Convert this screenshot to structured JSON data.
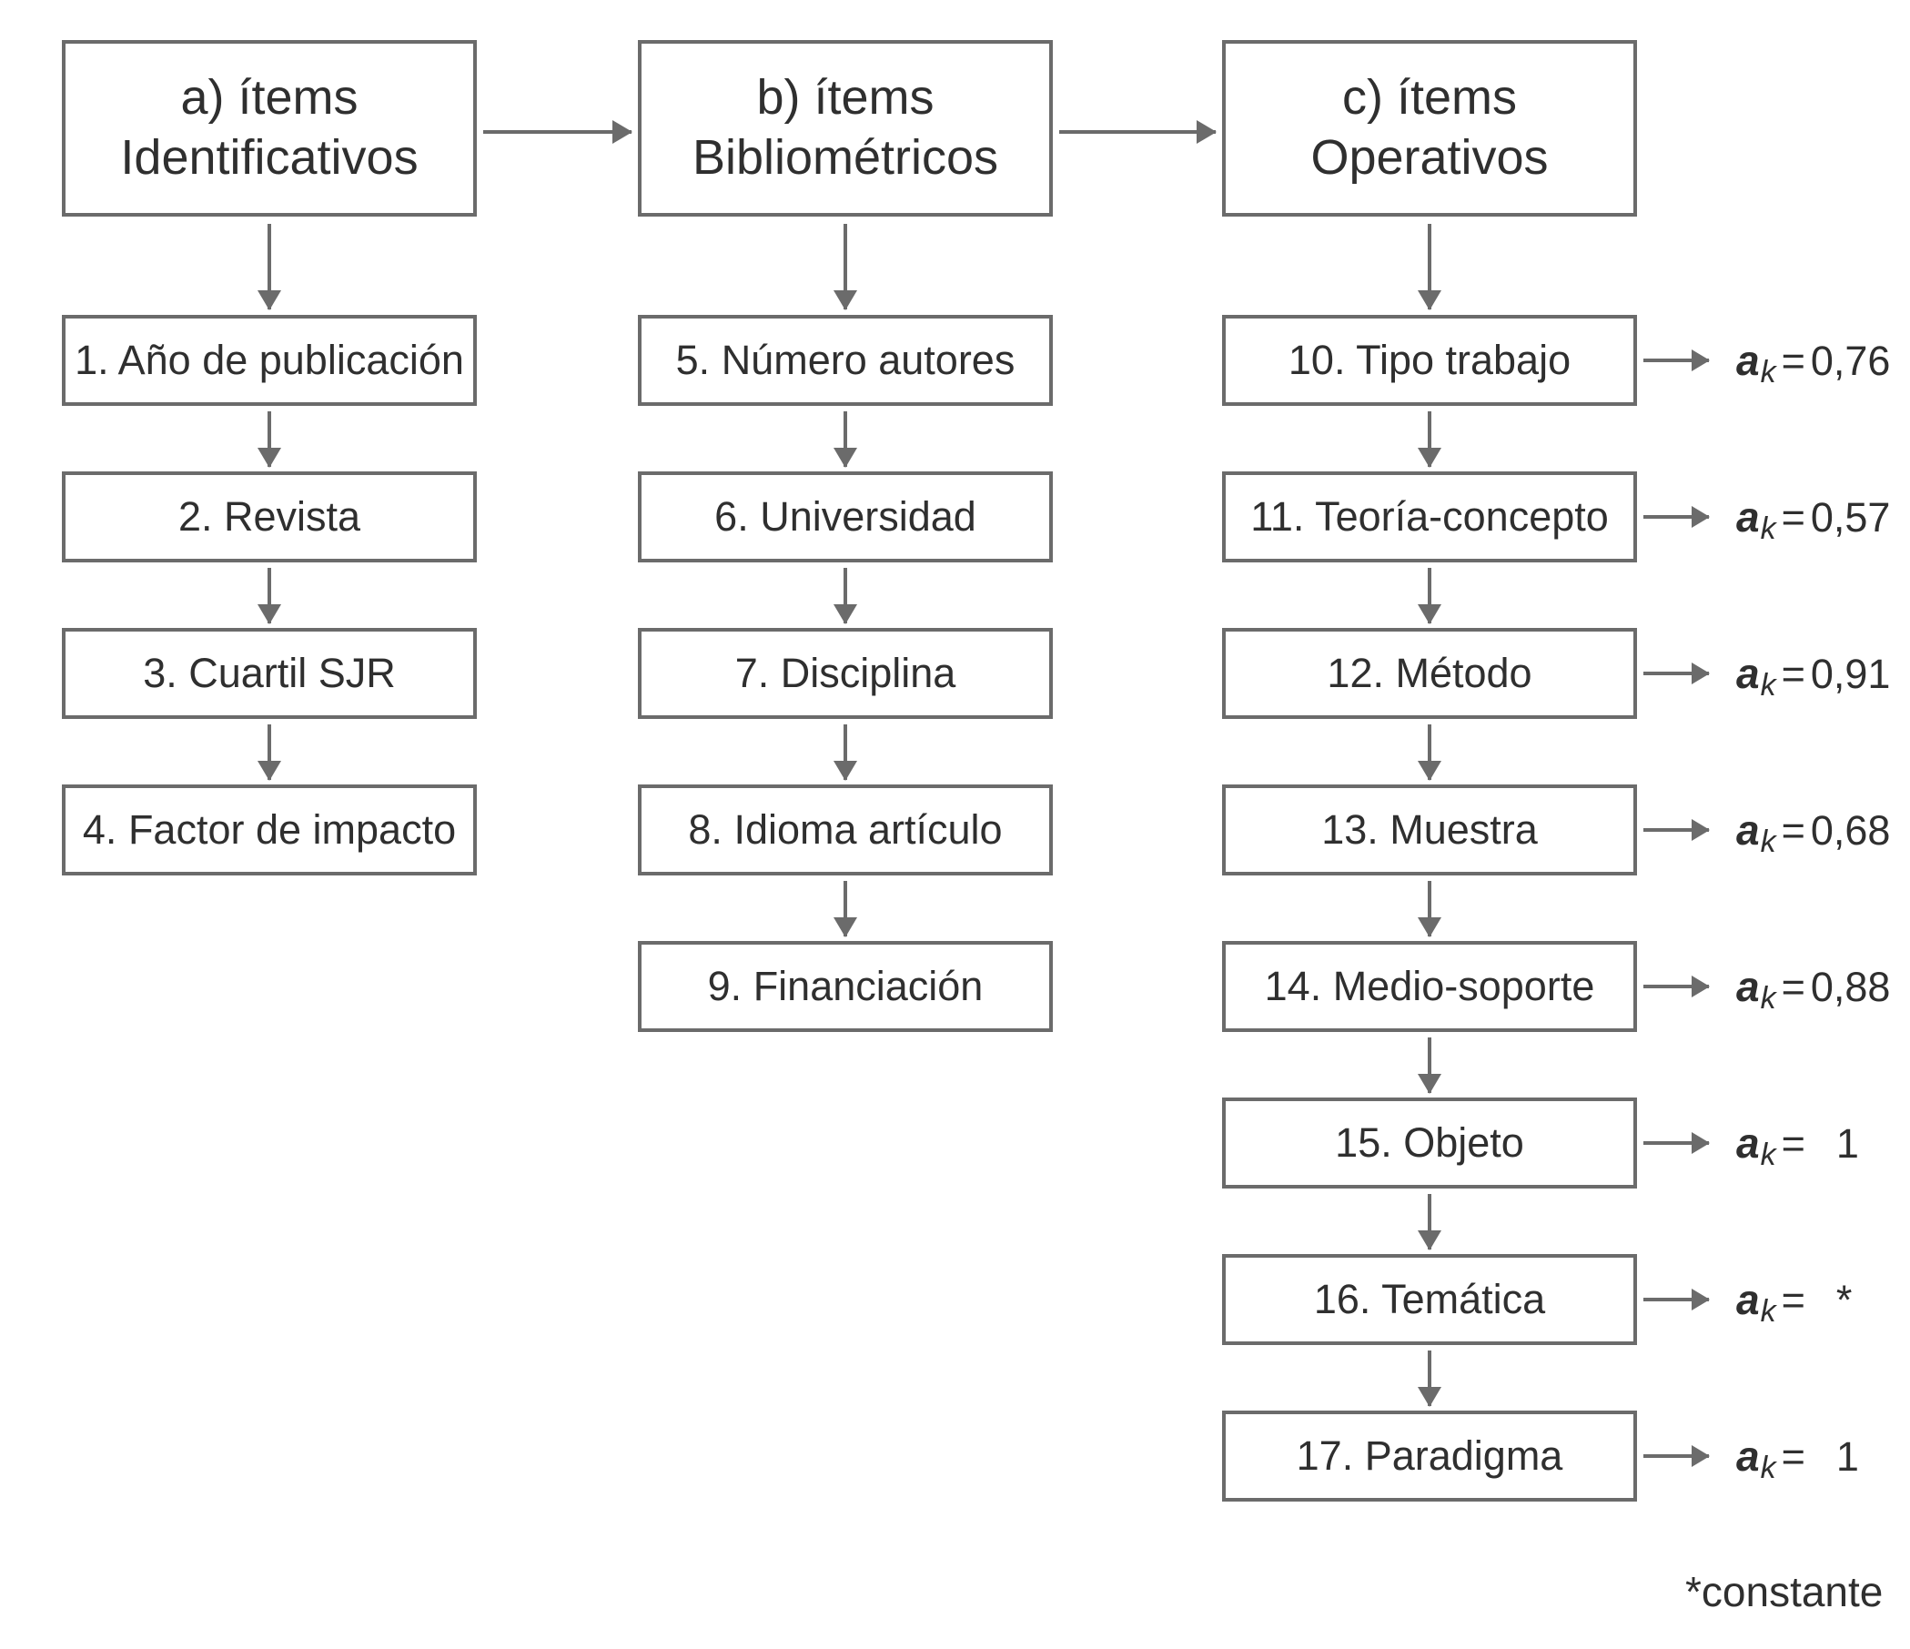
{
  "diagram": {
    "title_note": "*constante",
    "line_color": "#6b6b6b",
    "text_color": "#2f2f2f",
    "background": "#ffffff",
    "columns": [
      {
        "id": "a",
        "header": "a) ítems\nIdentificativos",
        "header_line1": "a) ítems",
        "header_line2": "Identificativos",
        "items": [
          {
            "label": "1. Año de publicación"
          },
          {
            "label": "2. Revista"
          },
          {
            "label": "3. Cuartil SJR"
          },
          {
            "label": "4. Factor de impacto"
          }
        ]
      },
      {
        "id": "b",
        "header_line1": "b) ítems",
        "header_line2": "Bibliométricos",
        "items": [
          {
            "label": "5. Número autores"
          },
          {
            "label": "6. Universidad"
          },
          {
            "label": "7. Disciplina"
          },
          {
            "label": "8. Idioma artículo"
          },
          {
            "label": "9. Financiación"
          }
        ]
      },
      {
        "id": "c",
        "header_line1": "c) ítems",
        "header_line2": "Operativos",
        "items": [
          {
            "label": "10. Tipo trabajo",
            "alpha_symbol": "a",
            "alpha_sub": "k",
            "alpha_eq": "=",
            "alpha_value": "0,76"
          },
          {
            "label": "11. Teoría-concepto",
            "alpha_symbol": "a",
            "alpha_sub": "k",
            "alpha_eq": "=",
            "alpha_value": "0,57"
          },
          {
            "label": "12. Método",
            "alpha_symbol": "a",
            "alpha_sub": "k",
            "alpha_eq": "=",
            "alpha_value": "0,91"
          },
          {
            "label": "13. Muestra",
            "alpha_symbol": "a",
            "alpha_sub": "k",
            "alpha_eq": "=",
            "alpha_value": "0,68"
          },
          {
            "label": "14. Medio-soporte",
            "alpha_symbol": "a",
            "alpha_sub": "k",
            "alpha_eq": "=",
            "alpha_value": "0,88"
          },
          {
            "label": "15. Objeto",
            "alpha_symbol": "a",
            "alpha_sub": "k",
            "alpha_eq": "=",
            "alpha_value": "1"
          },
          {
            "label": "16. Temática",
            "alpha_symbol": "a",
            "alpha_sub": "k",
            "alpha_eq": "=",
            "alpha_value": "*"
          },
          {
            "label": "17. Paradigma",
            "alpha_symbol": "a",
            "alpha_sub": "k",
            "alpha_eq": "=",
            "alpha_value": "1"
          }
        ]
      }
    ]
  }
}
